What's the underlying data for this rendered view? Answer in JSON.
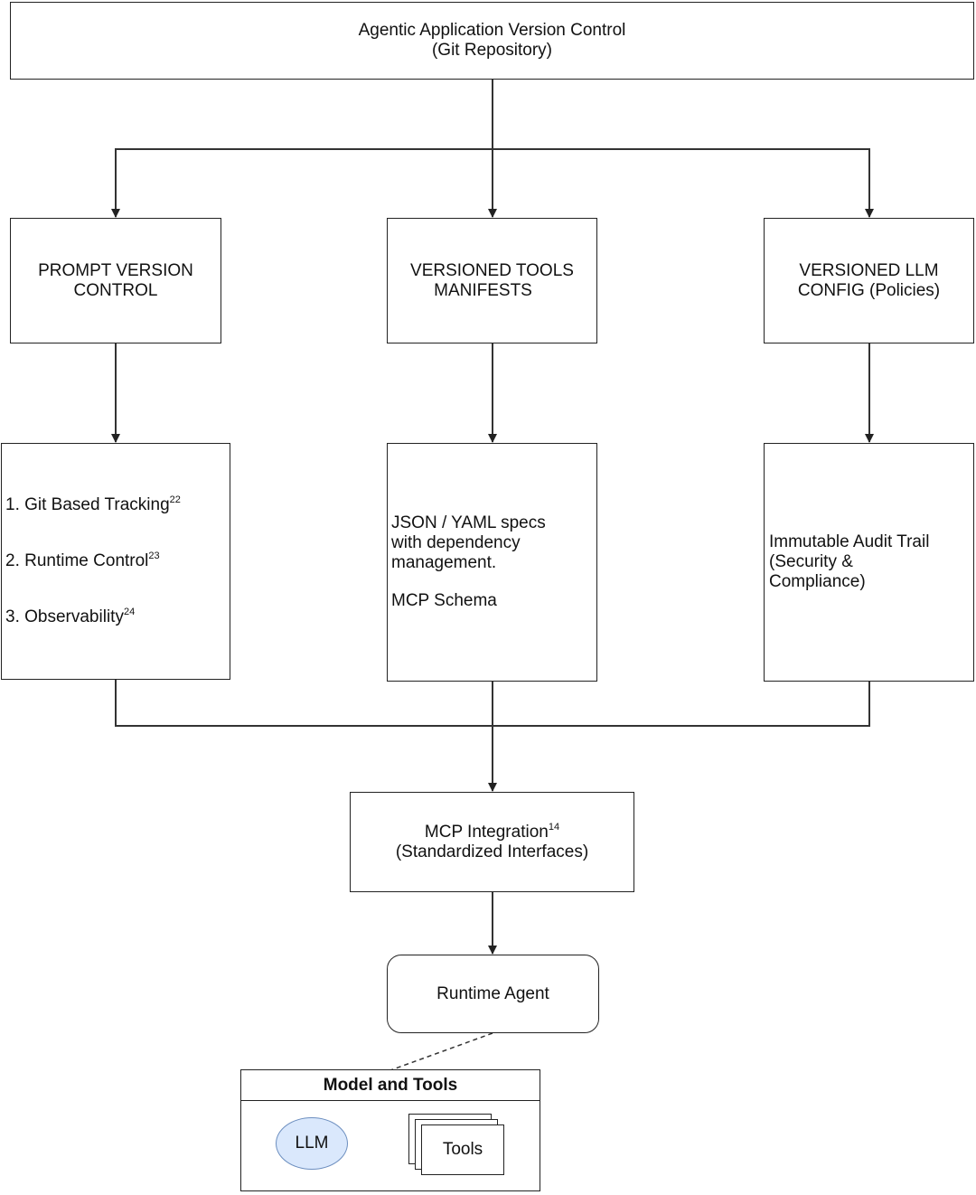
{
  "root": {
    "title": "Agentic Application Version Control",
    "subtitle": "(Git Repository)"
  },
  "prompt_version_control": {
    "line1": "PROMPT VERSION",
    "line2": "CONTROL"
  },
  "versioned_tools_manifests": {
    "line1": "VERSIONED TOOLS",
    "line2": "MANIFESTS"
  },
  "versioned_llm_config": {
    "line1": "VERSIONED LLM",
    "line2": "CONFIG (Policies)"
  },
  "tracking": {
    "items": [
      {
        "text": "1. Git Based Tracking",
        "ref": "22"
      },
      {
        "text": "2. Runtime Control",
        "ref": "23"
      },
      {
        "text": "3. Observability",
        "ref": "24"
      }
    ]
  },
  "specs": {
    "line1": "JSON / YAML specs",
    "line2": "with dependency",
    "line3": "management.",
    "line4": "MCP Schema"
  },
  "audit": {
    "line1": "Immutable Audit Trail",
    "line2": "(Security &",
    "line3": "Compliance)"
  },
  "mcp_integration": {
    "title": "MCP Integration",
    "ref": "14",
    "subtitle": "(Standardized Interfaces)"
  },
  "runtime_agent": {
    "label": "Runtime Agent"
  },
  "model_and_tools": {
    "header": "Model and Tools",
    "llm_label": "LLM",
    "tools_label": "Tools"
  },
  "colors": {
    "line": "#333333",
    "llm_fill": "#dae8fc",
    "llm_stroke": "#6c8ebf"
  }
}
